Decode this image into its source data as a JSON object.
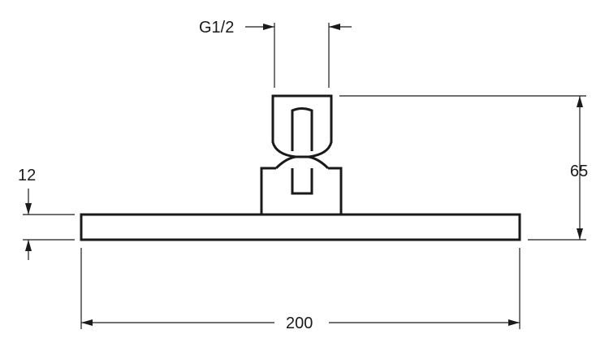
{
  "dimensions": {
    "thread": "G1/2",
    "plate_thickness": "12",
    "total_height": "65",
    "width": "200"
  },
  "colors": {
    "line": "#1a1a1a",
    "background": "#ffffff"
  }
}
